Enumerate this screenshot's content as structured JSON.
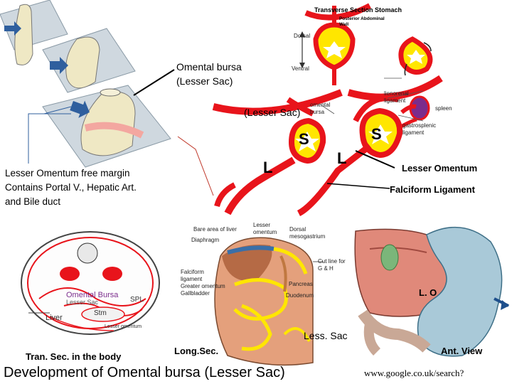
{
  "slide": {
    "title": "Development of Omental bursa (Lesser Sac)",
    "source": "www.google.co.uk/search?"
  },
  "labels": {
    "omental_bursa": "Omental bursa",
    "lesser_sac_paren": "(Lesser Sac)",
    "lesser_sac_mid": "(Lesser Sac)",
    "free_margin_1": "Lesser Omentum free margin",
    "free_margin_2": "Contains Portal V., Hepatic Art.",
    "free_margin_3": "and Bile duct",
    "lesser_omentum": "Lesser Omentum",
    "falciform": "Falciform Ligament",
    "less_sac": "Less. Sac",
    "lo": "L. O",
    "tran_sec": "Tran. Sec. in the body",
    "long_sec": "Long.Sec.",
    "ant_view": "Ant. View",
    "s1": "S",
    "s2": "S",
    "l1": "L",
    "l2": "L"
  },
  "transverse_panel": {
    "title": "Transverse Section Stomach",
    "posterior_wall_1": "Posterior Abdominal",
    "posterior_wall_2": "Wall",
    "dorsal": "Dorsal",
    "ventral": "Ventral",
    "omental_bursa_1": "omental",
    "omental_bursa_2": "bursa",
    "lienorenal_1": "lienorenal",
    "lienorenal_2": "ligament",
    "spleen": "spleen",
    "gastrosplenic_1": "gastrosplenic",
    "gastrosplenic_2": "ligament"
  },
  "cross_section": {
    "omental_bursa": "Omental Bursa",
    "lesser_sac": "Lesser Sac",
    "spl": "SPL",
    "stm": "Stm",
    "liver": "Liver",
    "lesser_omentum": "Lesser omentum"
  },
  "long_section": {
    "bare_area": "Bare area of liver",
    "lesser_omentum_1": "Lesser",
    "lesser_omentum_2": "omentum",
    "dorsal_meso_1": "Dorsal",
    "dorsal_meso_2": "mesogastrium",
    "diaphragm": "Diaphragm",
    "cut_line_1": "Cut line for",
    "cut_line_2": "G & H",
    "falciform_1": "Falciform",
    "falciform_2": "ligament",
    "greater_omentum": "Greater omentum",
    "gallbladder": "Gallbladder",
    "pancreas": "Pancreas",
    "duodenum": "Duodenum"
  },
  "colors": {
    "red_membrane": "#e8141b",
    "yellow_sac": "#ffe600",
    "spleen": "#7b2c8c",
    "stomach_blue": "#a9c9d8",
    "flesh": "#e4a07c",
    "green": "#7bb67a"
  }
}
